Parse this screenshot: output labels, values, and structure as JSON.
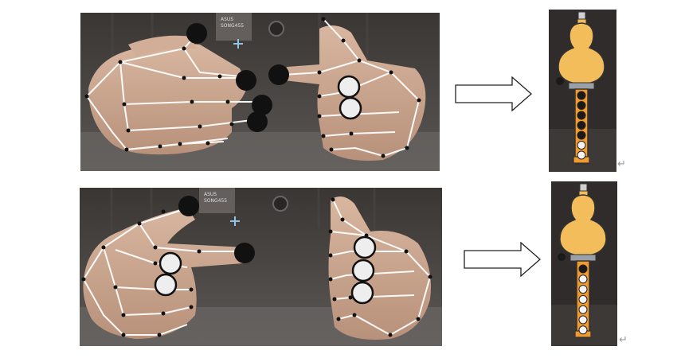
{
  "rows": [
    {
      "photo_tag_lines": [
        "ASUS",
        "SONG455"
      ],
      "instrument_holes": [
        "closed",
        "closed",
        "closed",
        "closed",
        "closed",
        "open",
        "open"
      ],
      "thumb_hole": "closed"
    },
    {
      "photo_tag_lines": [
        "ASUS",
        "SONG455"
      ],
      "instrument_holes": [
        "closed",
        "open",
        "open",
        "open",
        "open",
        "open",
        "open"
      ],
      "thumb_hole": "closed"
    }
  ],
  "return_mark": "↵",
  "colors": {
    "background_dark": "#2f2c2b",
    "skin": "#c9a48e",
    "gourd": "#f3bd5b",
    "tube": "#f29a2e",
    "closed_hole": "#1a1a1a",
    "open_hole": "#f4f4f4",
    "marker_cross": "#8fc3e6",
    "skeleton": "#ffffff"
  },
  "icons": [
    "hand-skeleton",
    "finger-marker",
    "crosshair-icon",
    "right-arrow-icon",
    "hulusi-instrument-icon"
  ]
}
